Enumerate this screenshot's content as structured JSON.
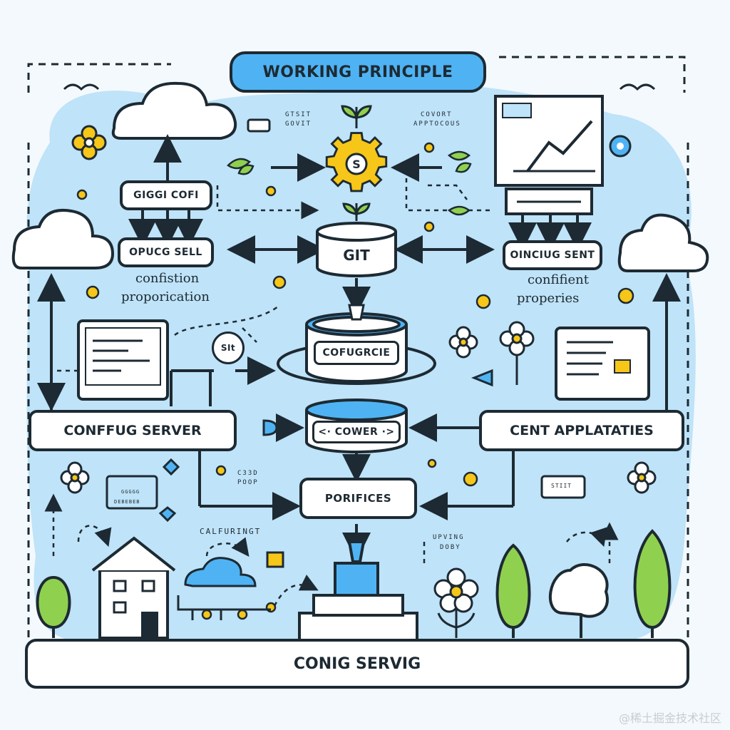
{
  "title": "WORKING PRINCIPLE",
  "center": {
    "git": "GIT",
    "configure": "COFUGRCIE",
    "cower": "<· COWER ·>",
    "porifices": "PORIFICES",
    "badge_s": "S",
    "badge_sit": "SIt"
  },
  "left": {
    "box_top": "GIGGI COFI",
    "box_mid": "OPUCG SELL",
    "caption_line1": "confistion",
    "caption_line2": "proporication",
    "server": "CONFFUG SERVER",
    "tiny_calfuringt": "CALFURINGT",
    "tiny_form1": "GGGGG",
    "tiny_form2": "DEBEBEB"
  },
  "right": {
    "box_mid": "OINCIUG SENT",
    "caption_line1": "confifient",
    "caption_line2": "properies",
    "client": "CENT APPLATATIES",
    "tiny_upving": "UPVING",
    "tiny_doby": "DOBY",
    "tiny_form": "STIIT"
  },
  "small_text": {
    "near_top_left_1": "GTSIT",
    "near_top_left_2": "GOVIT",
    "near_top_right_1": "COVORT",
    "near_top_right_2": "APPTOCOUS",
    "mid_1": "C33D",
    "mid_2": "POOP"
  },
  "footer": "CONIG SERVIG",
  "watermark": "@稀土掘金技术社区",
  "colors": {
    "accent": "#4fb3f3",
    "sky": "#bfe3f8",
    "outline": "#1d2a33",
    "flower": "#f6c619",
    "tree": "#8fd14f"
  }
}
